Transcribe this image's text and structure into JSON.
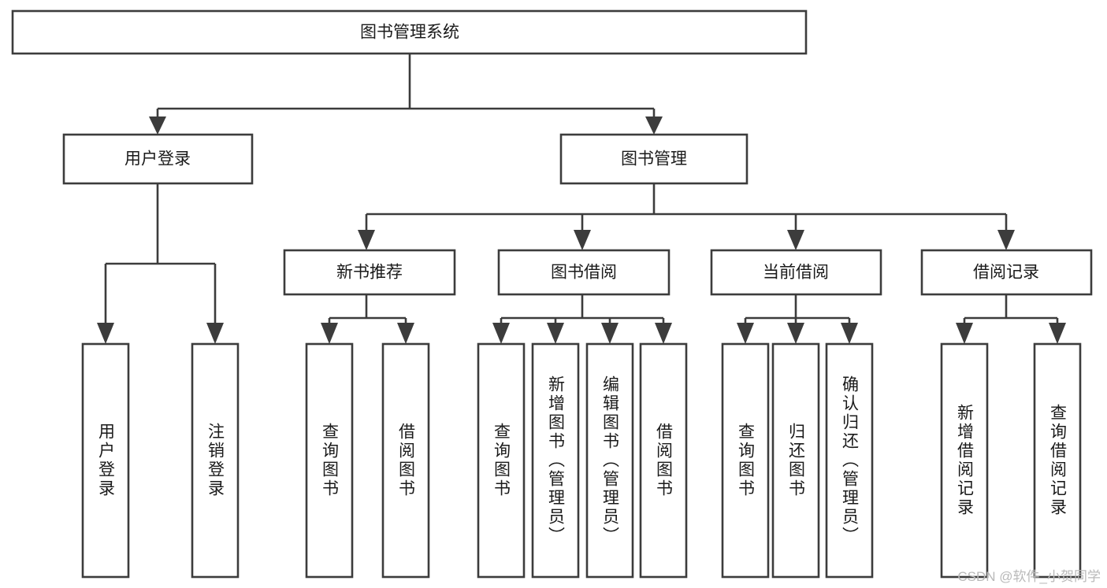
{
  "diagram": {
    "title": "图书管理系统",
    "type": "hierarchy-tree",
    "watermark": "CSDN @软件_小贺同学",
    "colors": {
      "box_stroke": "#3c3c3c",
      "box_fill": "#ffffff",
      "text": "#1a1a1a",
      "connector": "#3c3c3c",
      "watermark": "#b9b9b9",
      "background": "#ffffff"
    },
    "levels": {
      "root": {
        "label": "图书管理系统"
      },
      "level2": [
        {
          "label": "用户登录"
        },
        {
          "label": "图书管理"
        }
      ],
      "level3": [
        {
          "label": "新书推荐"
        },
        {
          "label": "图书借阅"
        },
        {
          "label": "当前借阅"
        },
        {
          "label": "借阅记录"
        }
      ],
      "leaves": {
        "user_login": [
          {
            "label": "用户登录"
          },
          {
            "label": "注销登录"
          }
        ],
        "new_book_recommend": [
          {
            "label": "查询图书"
          },
          {
            "label": "借阅图书"
          }
        ],
        "book_borrow": [
          {
            "label": "查询图书"
          },
          {
            "label": "新增图书（管理员）"
          },
          {
            "label": "编辑图书（管理员）"
          },
          {
            "label": "借阅图书"
          }
        ],
        "current_borrow": [
          {
            "label": "查询图书"
          },
          {
            "label": "归还图书"
          },
          {
            "label": "确认归还（管理员）"
          }
        ],
        "borrow_record": [
          {
            "label": "新增借阅记录"
          },
          {
            "label": "查询借阅记录"
          }
        ]
      }
    }
  }
}
